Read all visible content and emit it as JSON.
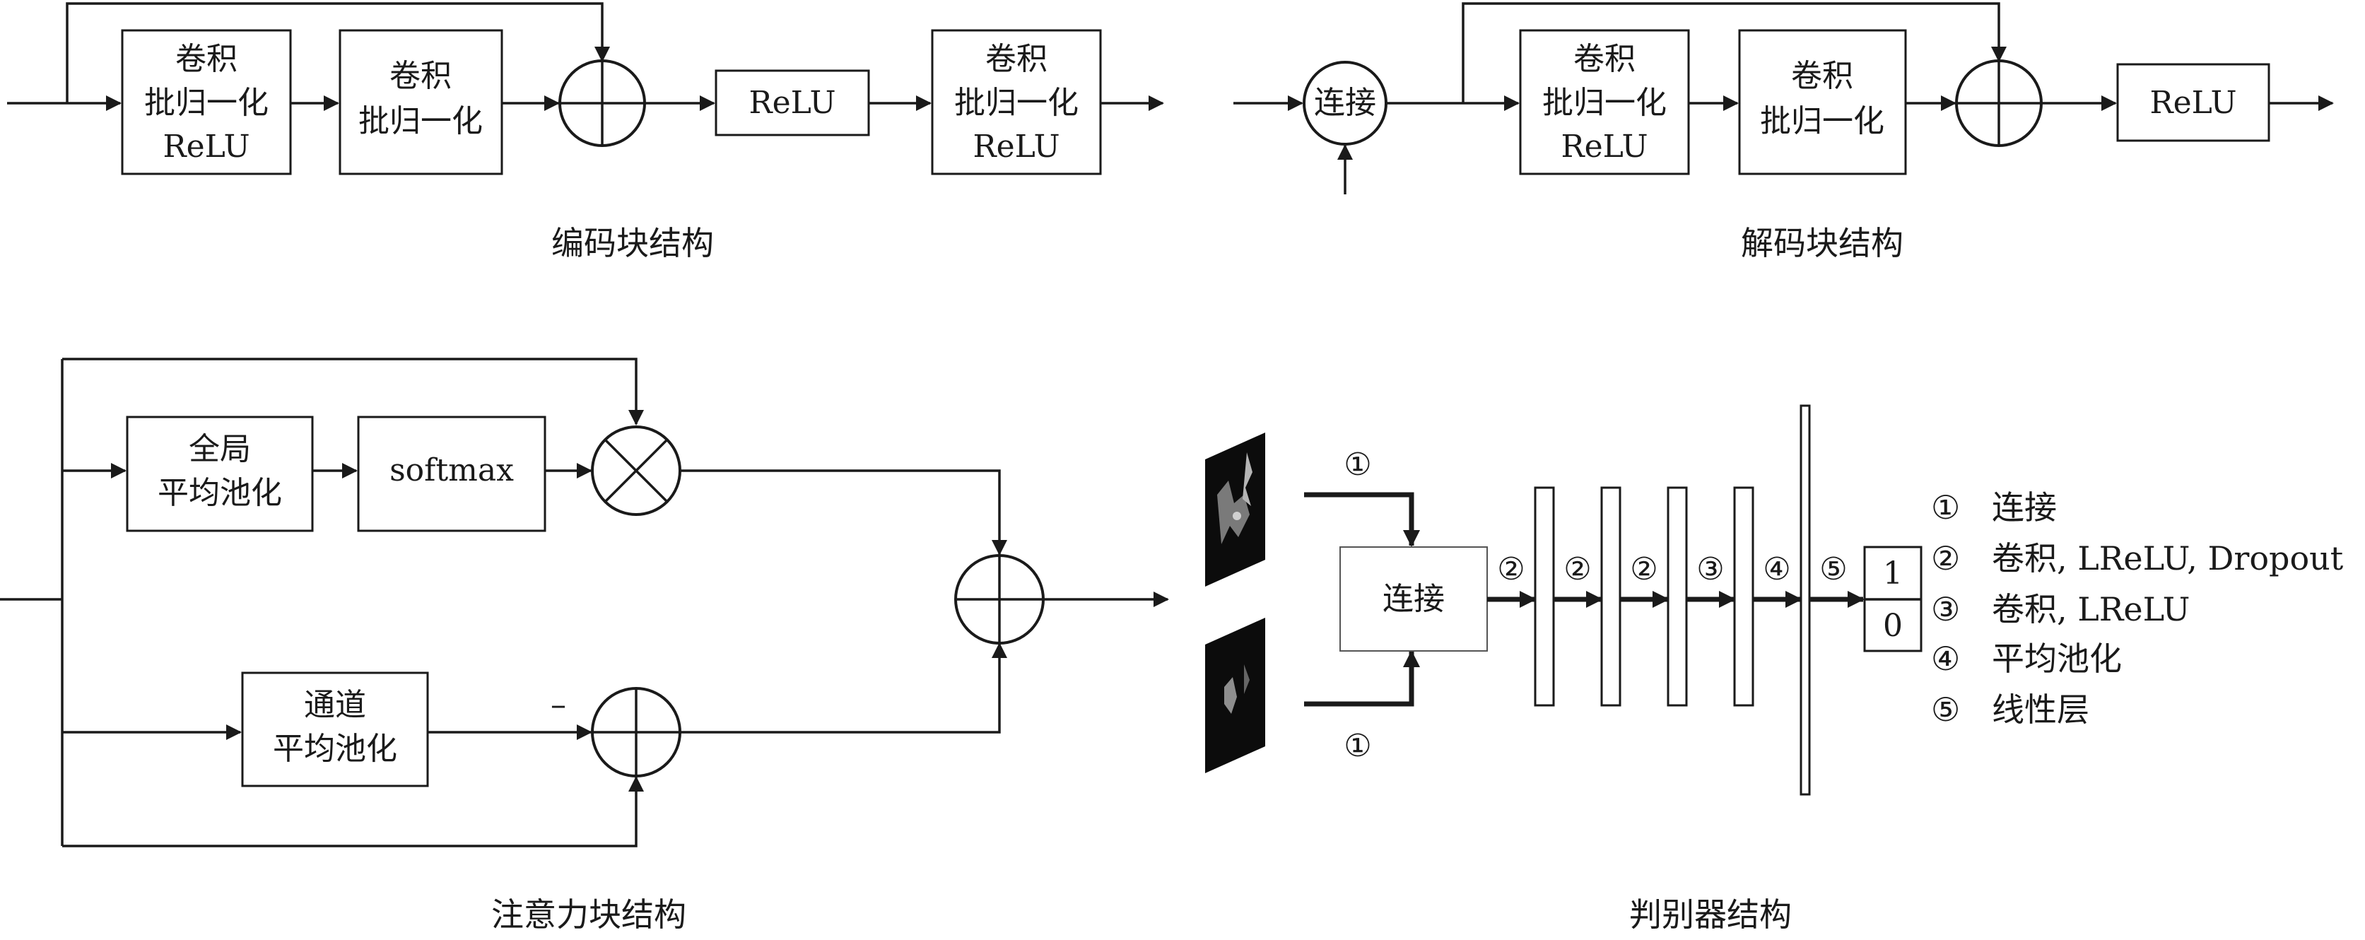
{
  "labels": {
    "conv": "卷积",
    "bn": "批归一化",
    "relu": "ReLU",
    "concat": "连接",
    "global": "全局",
    "avg_pool": "平均池化",
    "softmax": "softmax",
    "channel": "通道",
    "minus": "–",
    "circ1": "①",
    "circ2": "②",
    "circ3": "③",
    "circ4": "④",
    "circ5": "⑤",
    "out_one": "1",
    "out_zero": "0"
  },
  "captions": {
    "encoder": "编码块结构",
    "decoder": "解码块结构",
    "attention": "注意力块结构",
    "discriminator": "判别器结构"
  },
  "legend": [
    {
      "num": "①",
      "text": "连接"
    },
    {
      "num": "②",
      "text": "卷积, LReLU, Dropout"
    },
    {
      "num": "③",
      "text": "卷积, LReLU"
    },
    {
      "num": "④",
      "text": "平均池化"
    },
    {
      "num": "⑤",
      "text": "线性层"
    }
  ]
}
